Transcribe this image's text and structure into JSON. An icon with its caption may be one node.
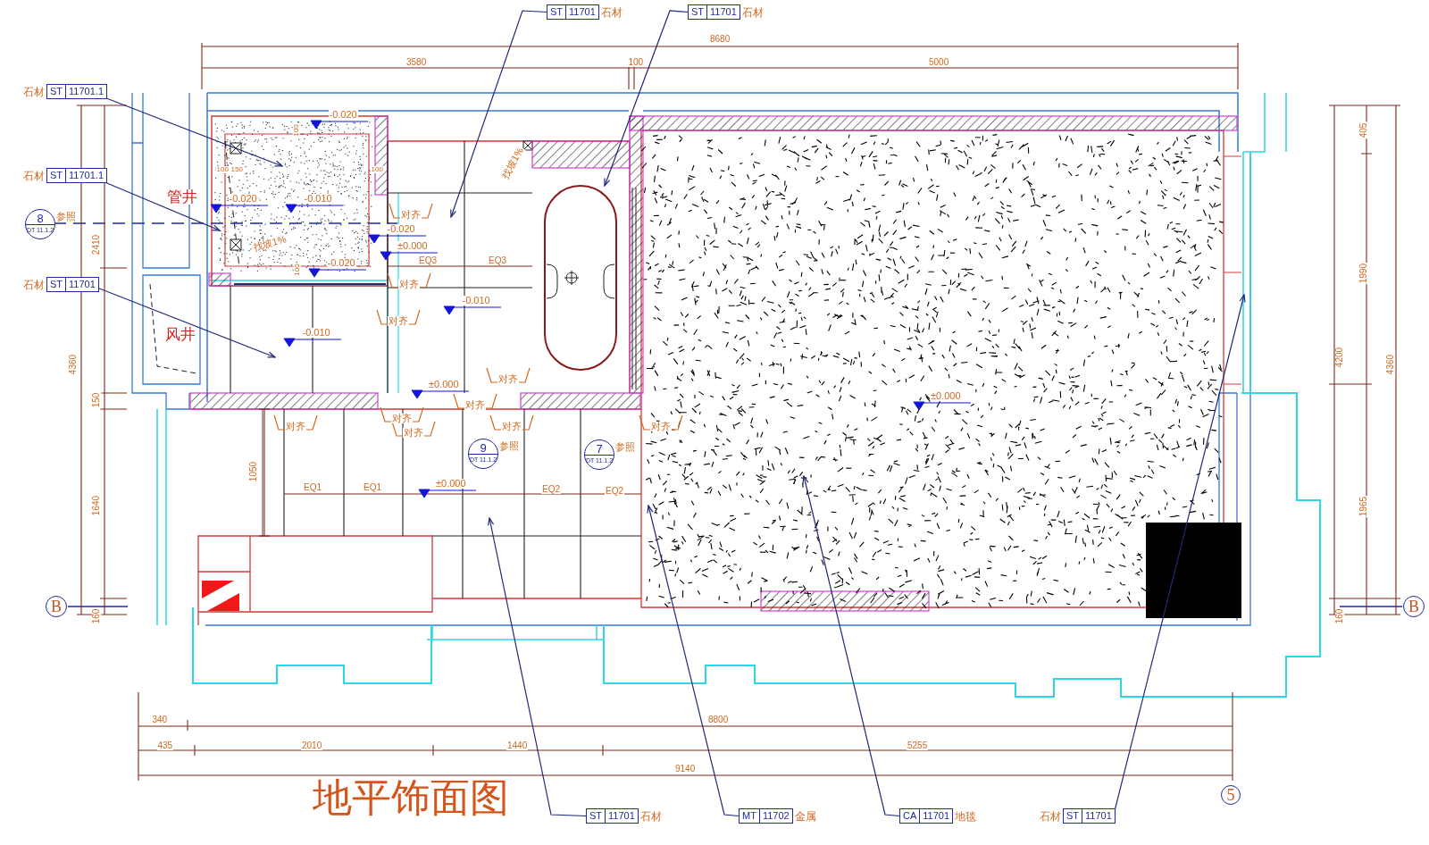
{
  "diagram": {
    "title": "地平饰面图",
    "nodes": [
      {
        "text": [
          "ST",
          "11701.1"
        ],
        "beside": [
          "石材"
        ]
      },
      {
        "text": [
          "ST",
          "11701.1"
        ],
        "beside": [
          "石材"
        ]
      },
      {
        "text": [
          "ST",
          "11701"
        ],
        "beside": [
          "石材"
        ]
      },
      {
        "text": [
          "ST",
          "11701"
        ],
        "beside": [
          "石材"
        ]
      },
      {
        "text": [
          "ST",
          "11701"
        ],
        "beside": [
          "石材"
        ]
      },
      {
        "text": [
          "ST",
          "11701"
        ],
        "beside": [
          "石材"
        ]
      },
      {
        "text": [
          "MT",
          "11702"
        ],
        "beside": [
          "金属"
        ]
      },
      {
        "text": [
          "CA",
          "11701"
        ],
        "beside": [
          "地毯"
        ]
      },
      {
        "text": [
          "ST",
          "11701"
        ],
        "beside": [
          "石材"
        ]
      },
      {
        "text": [
          "8",
          "DT 11.1.2"
        ],
        "beside": [
          "参照"
        ]
      },
      {
        "text": [
          "9",
          "DT 11.1.2"
        ],
        "beside": [
          "参照"
        ]
      },
      {
        "text": [
          "7",
          "DT 11.1.2"
        ],
        "beside": [
          "参照"
        ]
      },
      {
        "text": [
          "B"
        ]
      },
      {
        "text": [
          "B"
        ]
      },
      {
        "text": [
          "5"
        ]
      }
    ],
    "edges": [
      {
        "from": 0,
        "to": null,
        "arrow": "to"
      },
      {
        "from": 1,
        "to": null,
        "arrow": "to"
      },
      {
        "from": 2,
        "to": null,
        "arrow": "to"
      },
      {
        "from": 3,
        "to": null,
        "arrow": "to"
      },
      {
        "from": 4,
        "to": null,
        "arrow": "to"
      },
      {
        "from": 5,
        "to": null,
        "arrow": "to"
      },
      {
        "from": 6,
        "to": null,
        "arrow": "to"
      },
      {
        "from": 7,
        "to": null,
        "arrow": "to"
      },
      {
        "from": 8,
        "to": null,
        "arrow": "to"
      }
    ],
    "labels": [
      "8680",
      "3580",
      "100",
      "5000",
      "-0.020",
      "100",
      "100",
      "150",
      "100",
      "找坡1%",
      "管井",
      "-0.020",
      "-0.010",
      "对齐",
      "-0.020",
      "找坡1%",
      "±0.000",
      "2410",
      "-0.020",
      "EQ3",
      "EQ3",
      "100",
      "对齐",
      "-0.010",
      "对齐",
      "风井",
      "-0.010",
      "405",
      "1990",
      "4360",
      "4200",
      "4360",
      "对齐",
      "±0.000",
      "±0.000",
      "150",
      "对齐",
      "对齐",
      "对齐",
      "对齐",
      "对齐",
      "对齐",
      "1050",
      "±0.000",
      "EQ1",
      "EQ1",
      "EQ2",
      "EQ2",
      "1640",
      "1965",
      "160",
      "160",
      "340",
      "8800",
      "435",
      "2010",
      "1440",
      "5255",
      "9140"
    ]
  }
}
